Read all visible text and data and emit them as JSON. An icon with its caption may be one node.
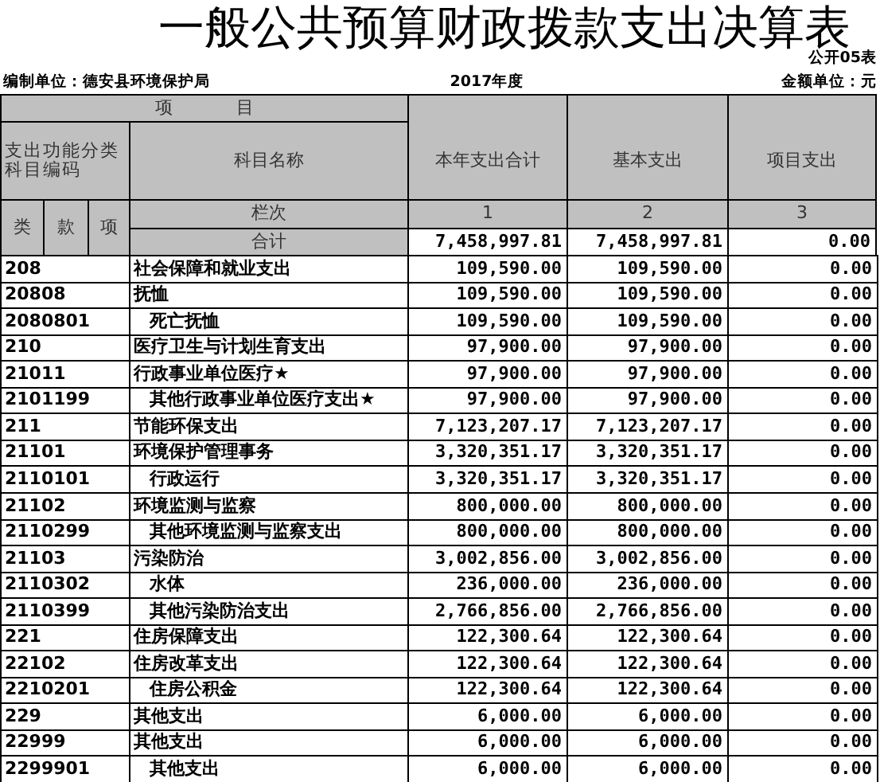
{
  "diagram": {
    "title": "一般公共预算财政拨款支出决算表",
    "labels": [
      "公开05表",
      "编制单位：德安县环境保护局",
      "2017年度",
      "金额单位：元",
      "项目",
      "本年支出合计",
      "基本支出",
      "项目支出",
      "支出功能分类科目编码",
      "科目名称",
      "类",
      "款",
      "项",
      "栏次",
      "1",
      "2",
      "3",
      "合计",
      "7,458,997.81",
      "7,458,997.81",
      "0.00",
      "208",
      "社会保障和就业支出",
      "109,590.00",
      "109,590.00",
      "0.00",
      "20808",
      "抚恤",
      "109,590.00",
      "109,590.00",
      "0.00",
      "2080801",
      "死亡抚恤",
      "109,590.00",
      "109,590.00",
      "0.00",
      "210",
      "医疗卫生与计划生育支出",
      "97,900.00",
      "97,900.00",
      "0.00",
      "21011",
      "行政事业单位医疗★",
      "97,900.00",
      "97,900.00",
      "0.00",
      "2101199",
      "其他行政事业单位医疗支出★",
      "97,900.00",
      "97,900.00",
      "0.00",
      "211",
      "节能环保支出",
      "7,123,207.17",
      "7,123,207.17",
      "0.00",
      "21101",
      "环境保护管理事务",
      "3,320,351.17",
      "3,320,351.17",
      "0.00",
      "2110101",
      "行政运行",
      "3,320,351.17",
      "3,320,351.17",
      "0.00",
      "21102",
      "环境监测与监察",
      "800,000.00",
      "800,000.00",
      "0.00",
      "2110299",
      "其他环境监测与监察支出",
      "800,000.00",
      "800,000.00",
      "0.00",
      "21103",
      "污染防治",
      "3,002,856.00",
      "3,002,856.00",
      "0.00",
      "2110302",
      "水体",
      "236,000.00",
      "236,000.00",
      "0.00",
      "2110399",
      "其他污染防治支出",
      "2,766,856.00",
      "2,766,856.00",
      "0.00",
      "221",
      "住房保障支出",
      "122,300.64",
      "122,300.64",
      "0.00",
      "22102",
      "住房改革支出",
      "122,300.64",
      "122,300.64",
      "0.00",
      "2210201",
      "住房公积金",
      "122,300.64",
      "122,300.64",
      "0.00",
      "229",
      "其他支出",
      "6,000.00",
      "6,000.00",
      "0.00",
      "22999",
      "其他支出",
      "6,000.00",
      "6,000.00",
      "0.00",
      "2299901",
      "其他支出",
      "6,000.00",
      "6,000.00",
      "0.00"
    ]
  }
}
